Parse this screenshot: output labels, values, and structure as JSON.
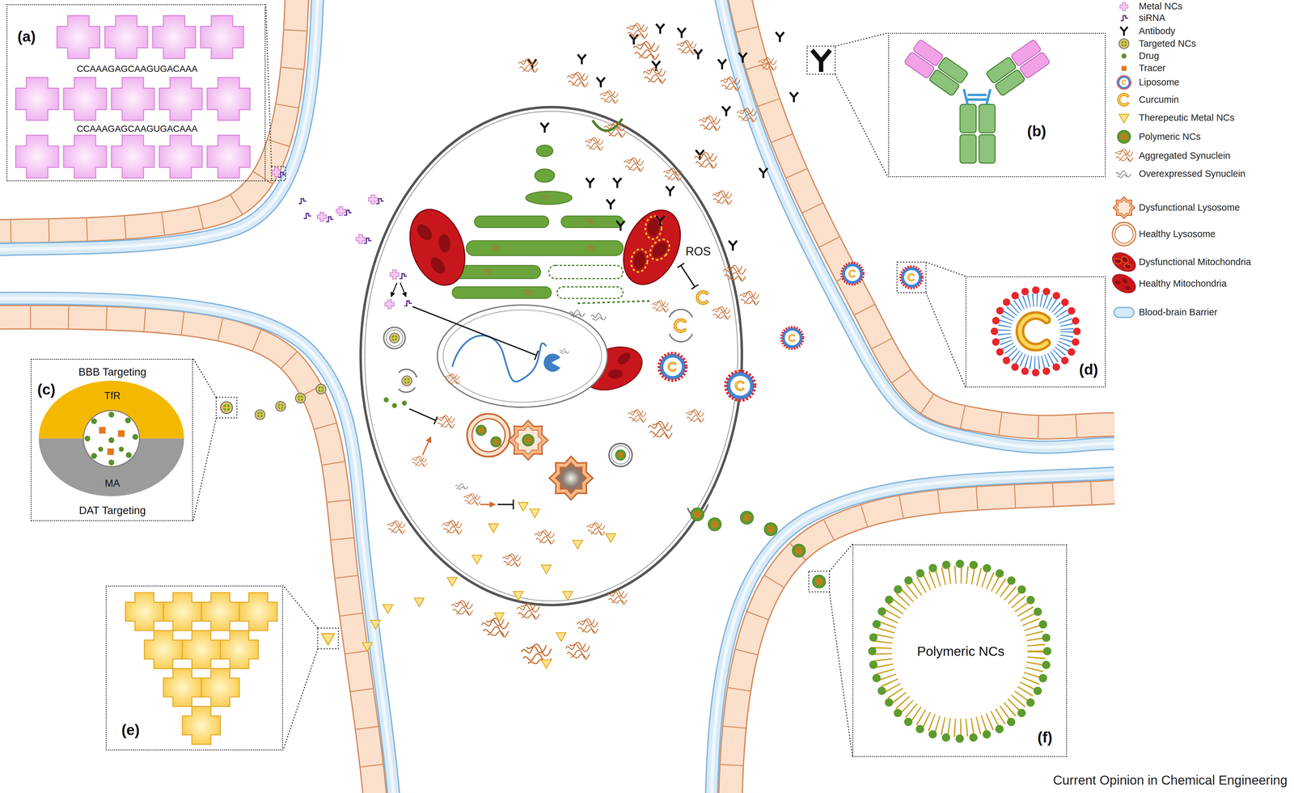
{
  "diagram": {
    "nodes": [
      {
        "text": [
          "(a)",
          "CCAAAGAGCAAGUGACAAA",
          "CCAAAGAGCAAGUGACAAA"
        ]
      },
      {
        "text": [
          "(b)"
        ]
      },
      {
        "text": [
          "(c)",
          "BBB Targeting",
          "DAT Targeting"
        ]
      },
      {
        "text": [
          "TfR"
        ],
        "in": 2
      },
      {
        "text": [
          "MA"
        ],
        "in": 2
      },
      {
        "text": [
          "(d)"
        ]
      },
      {
        "text": [
          "(e)"
        ]
      },
      {
        "text": [
          "(f)",
          "Polymeric NCs"
        ]
      }
    ],
    "labels": [
      "ROS",
      "Current Opinion in Chemical Engineering"
    ],
    "legend": [
      {
        "text": "Metal NCs"
      },
      {
        "text": "siRNA"
      },
      {
        "text": "Antibody"
      },
      {
        "text": "Targeted NCs"
      },
      {
        "text": "Drug"
      },
      {
        "text": "Tracer"
      },
      {
        "text": "Liposome"
      },
      {
        "text": "Curcumin"
      },
      {
        "text": "Therepeutic Metal NCs"
      },
      {
        "text": "Polymeric NCs"
      },
      {
        "text": "Aggregated Synuclein"
      },
      {
        "text": "Overexpressed Synuclein"
      },
      {
        "text": "Dysfunctional Lysosome"
      },
      {
        "text": "Healthy Lysosome"
      },
      {
        "text": "Dysfunctional Mitochondria"
      },
      {
        "text": "Healthy Mitochondria"
      },
      {
        "text": "Blood-brain Barrier"
      }
    ]
  }
}
